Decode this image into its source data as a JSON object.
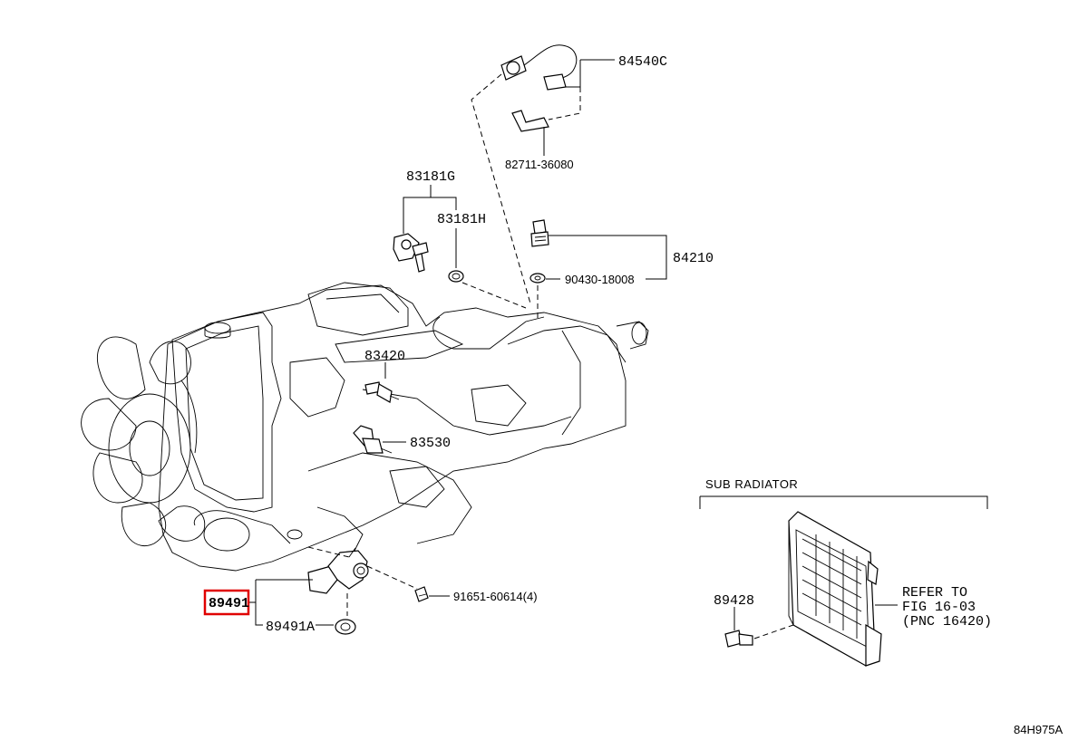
{
  "diagram_code": "84H975A",
  "sub_radiator": {
    "title": "SUB RADIATOR",
    "refer_line1": "REFER TO",
    "refer_line2": "FIG 16-03",
    "refer_line3": "(PNC 16420)"
  },
  "parts": {
    "p84540C": "84540C",
    "p82711": "82711-36080",
    "p83181G": "83181G",
    "p83181H": "83181H",
    "p84210": "84210",
    "p90430": "90430-18008",
    "p83420": "83420",
    "p83530": "83530",
    "p89491": "89491",
    "p89491A": "89491A",
    "p91651": "91651-60614(4)",
    "p89428": "89428"
  },
  "highlight": {
    "part": "89491",
    "color": "#e00000"
  }
}
